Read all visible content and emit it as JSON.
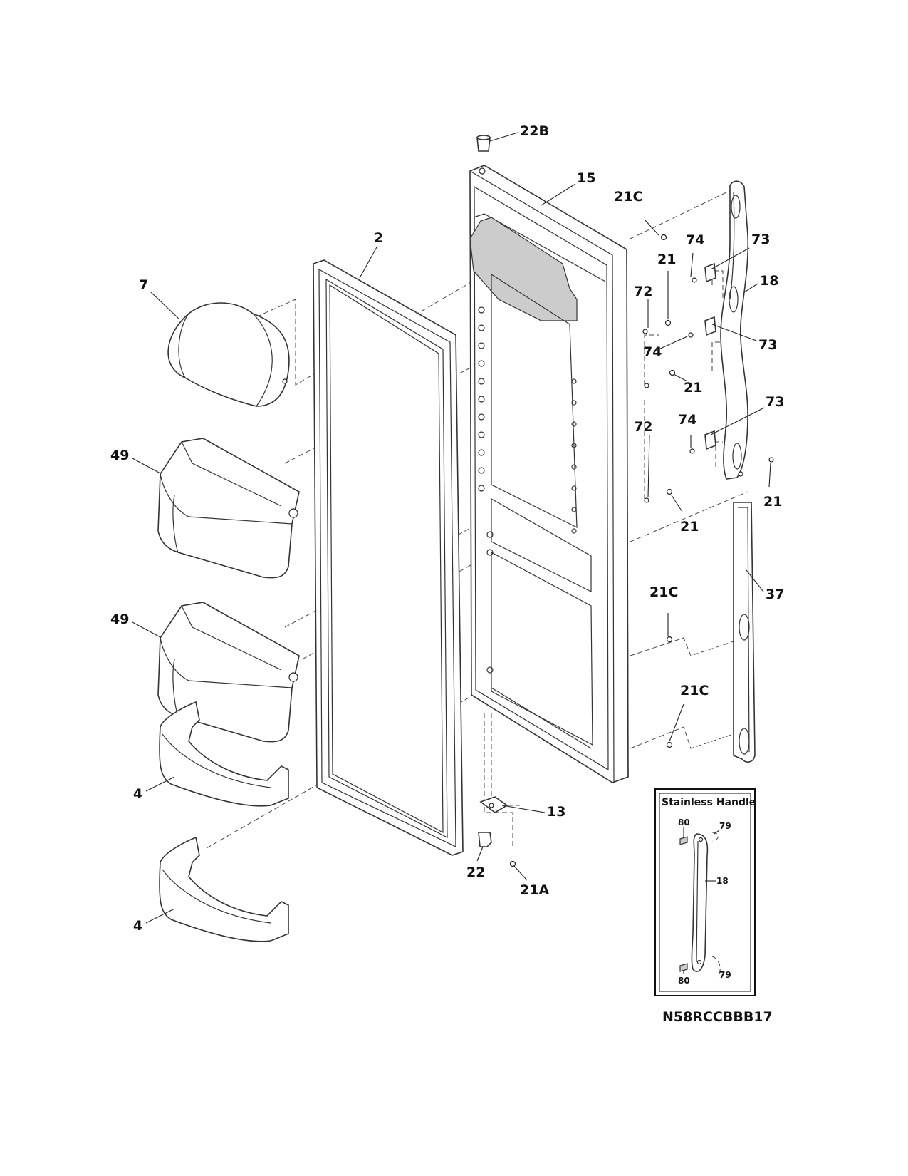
{
  "labels": {
    "p22B": "22B",
    "p15": "15",
    "p2": "2",
    "p7": "7",
    "p49a": "49",
    "p49b": "49",
    "p4a": "4",
    "p4b": "4",
    "p21C_top": "21C",
    "p74_top": "74",
    "p73_top": "73",
    "p21_top": "21",
    "p18": "18",
    "p72_top": "72",
    "p74_mid": "74",
    "p73_mid": "73",
    "p21_mid": "21",
    "p72_mid": "72",
    "p74_low": "74",
    "p73_low": "73",
    "p21_right": "21",
    "p21_low": "21",
    "p37": "37",
    "p21C_mid": "21C",
    "p21C_low": "21C",
    "p13": "13",
    "p22": "22",
    "p21A": "21A"
  },
  "inset": {
    "title": "Stainless Handle",
    "l80_top": "80",
    "l79_top": "79",
    "l18": "18",
    "l80_bottom": "80",
    "l79_bottom": "79"
  },
  "model_number": "N58RCCBBB17"
}
